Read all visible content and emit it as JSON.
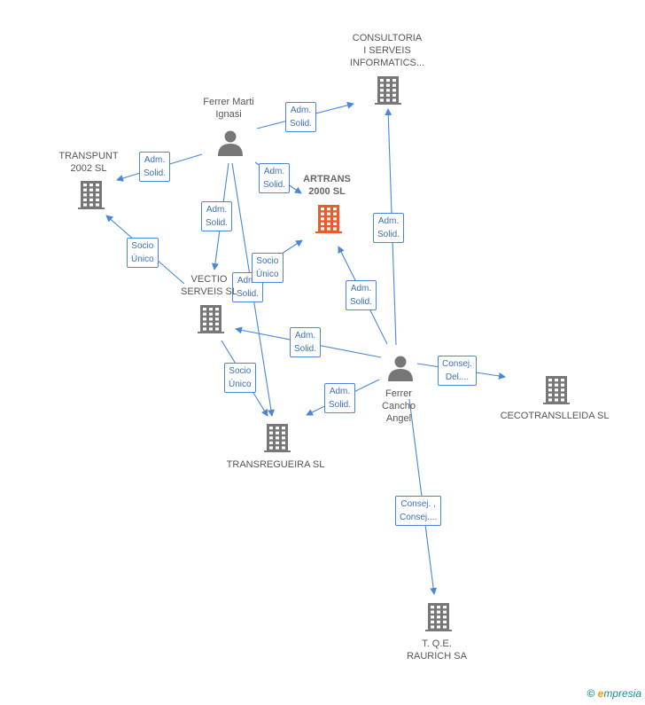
{
  "nodes": [
    {
      "id": "ferrer-marti",
      "kind": "person",
      "lines": [
        "Ferrer Marti",
        "Ignasi"
      ]
    },
    {
      "id": "consultoria",
      "kind": "company",
      "lines": [
        "CONSULTORIA",
        "I SERVEIS",
        "INFORMATICS..."
      ]
    },
    {
      "id": "transpunt",
      "kind": "company",
      "lines": [
        "TRANSPUNT",
        "2002 SL"
      ]
    },
    {
      "id": "artrans",
      "kind": "company",
      "focus": true,
      "lines": [
        "ARTRANS",
        "2000 SL"
      ]
    },
    {
      "id": "vectio",
      "kind": "company",
      "lines": [
        "VECTIO",
        "SERVEIS SL"
      ]
    },
    {
      "id": "transregueira",
      "kind": "company",
      "lines": [
        "TRANSREGUEIRA SL"
      ]
    },
    {
      "id": "ferrer-cancho",
      "kind": "person",
      "lines": [
        "Ferrer",
        "Cancho",
        "Angel"
      ]
    },
    {
      "id": "cecotrans",
      "kind": "company",
      "lines": [
        "CECOTRANSLLEIDA SL"
      ]
    },
    {
      "id": "tqe",
      "kind": "company",
      "lines": [
        "T. Q.E.",
        "RAURICH SA"
      ]
    }
  ],
  "edges": [
    {
      "id": "e1",
      "from": "ferrer-marti",
      "to": "consultoria",
      "label": [
        "Adm.",
        "Solid."
      ]
    },
    {
      "id": "e2",
      "from": "ferrer-marti",
      "to": "transpunt",
      "label": [
        "Adm.",
        "Solid."
      ]
    },
    {
      "id": "e3",
      "from": "ferrer-marti",
      "to": "artrans",
      "label": [
        "Adm.",
        "Solid."
      ]
    },
    {
      "id": "e4",
      "from": "ferrer-marti",
      "to": "vectio",
      "label": [
        "Adm.",
        "Solid."
      ]
    },
    {
      "id": "e5",
      "from": "ferrer-marti",
      "to": "transregueira",
      "label": [
        "Adm.",
        "Solid."
      ]
    },
    {
      "id": "e6",
      "from": "vectio",
      "to": "transpunt",
      "label": [
        "Socio",
        "Único"
      ]
    },
    {
      "id": "e7",
      "from": "vectio",
      "to": "artrans",
      "label": [
        "Socio",
        "Único"
      ]
    },
    {
      "id": "e8",
      "from": "vectio",
      "to": "transregueira",
      "label": [
        "Socio",
        "Único"
      ]
    },
    {
      "id": "e9",
      "from": "ferrer-cancho",
      "to": "consultoria",
      "label": [
        "Adm.",
        "Solid."
      ]
    },
    {
      "id": "e10",
      "from": "ferrer-cancho",
      "to": "artrans",
      "label": [
        "Adm.",
        "Solid."
      ]
    },
    {
      "id": "e11",
      "from": "ferrer-cancho",
      "to": "vectio",
      "label": [
        "Adm.",
        "Solid."
      ]
    },
    {
      "id": "e12",
      "from": "ferrer-cancho",
      "to": "transregueira",
      "label": [
        "Adm.",
        "Solid."
      ]
    },
    {
      "id": "e13",
      "from": "ferrer-cancho",
      "to": "cecotrans",
      "label": [
        "Consej.",
        "Del...."
      ]
    },
    {
      "id": "e14",
      "from": "ferrer-cancho",
      "to": "tqe",
      "label": [
        "Consej. ,",
        "Consej...."
      ]
    }
  ],
  "colors": {
    "edge": "#4a86d8",
    "company": "#777777",
    "focus": "#f05a28",
    "person": "#777777"
  },
  "brand": {
    "copyright": "©",
    "name_e": "e",
    "name_rest": "mpresia"
  }
}
